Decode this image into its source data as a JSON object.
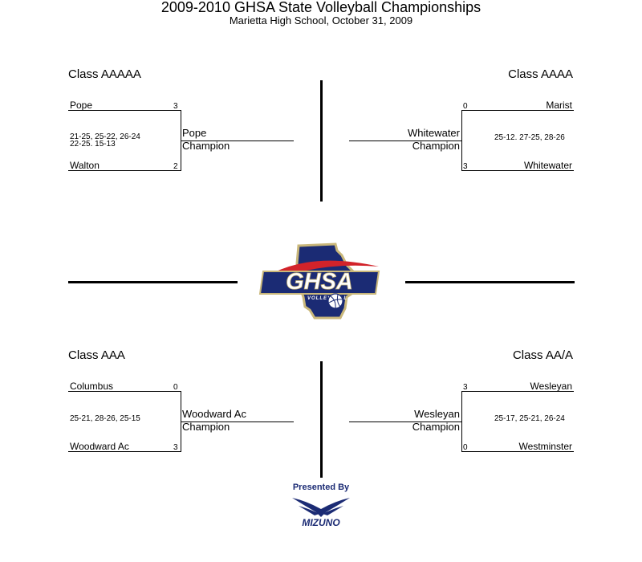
{
  "header": {
    "title": "2009-2010 GHSA State Volleyball Championships",
    "subtitle": "Marietta High School, October 31, 2009"
  },
  "brackets": [
    {
      "class_name": "Class AAAAA",
      "team_top": "Pope",
      "score_top": "3",
      "team_bottom": "Walton",
      "score_bottom": "2",
      "games_line1": "21-25, 25-22, 26-24",
      "games_line2": "22-25. 15-13",
      "winner": "Pope",
      "champion_label": "Champion"
    },
    {
      "class_name": "Class AAAA",
      "team_top": "Marist",
      "score_top": "0",
      "team_bottom": "Whitewater",
      "score_bottom": "3",
      "games_line1": "25-12. 27-25, 28-26",
      "winner": "Whitewater",
      "champion_label": "Champion"
    },
    {
      "class_name": "Class AAA",
      "team_top": "Columbus",
      "score_top": "0",
      "team_bottom": "Woodward Ac",
      "score_bottom": "3",
      "games_line1": "25-21, 28-26, 25-15",
      "winner": "Woodward Ac",
      "champion_label": "Champion"
    },
    {
      "class_name": "Class AA/A",
      "team_top": "Wesleyan",
      "score_top": "3",
      "team_bottom": "Westminster",
      "score_bottom": "0",
      "games_line1": "25-17, 25-21, 26-24",
      "winner": "Wesleyan",
      "champion_label": "Champion"
    }
  ],
  "logo": {
    "text": "GHSA",
    "subtext": "VOLLEYBALL",
    "colors": {
      "navy": "#1b2b74",
      "red": "#d2232a",
      "gold": "#c9b77a"
    }
  },
  "sponsor": {
    "presented_by": "Presented By",
    "name": "MIZUNO",
    "color": "#1b2b74"
  }
}
